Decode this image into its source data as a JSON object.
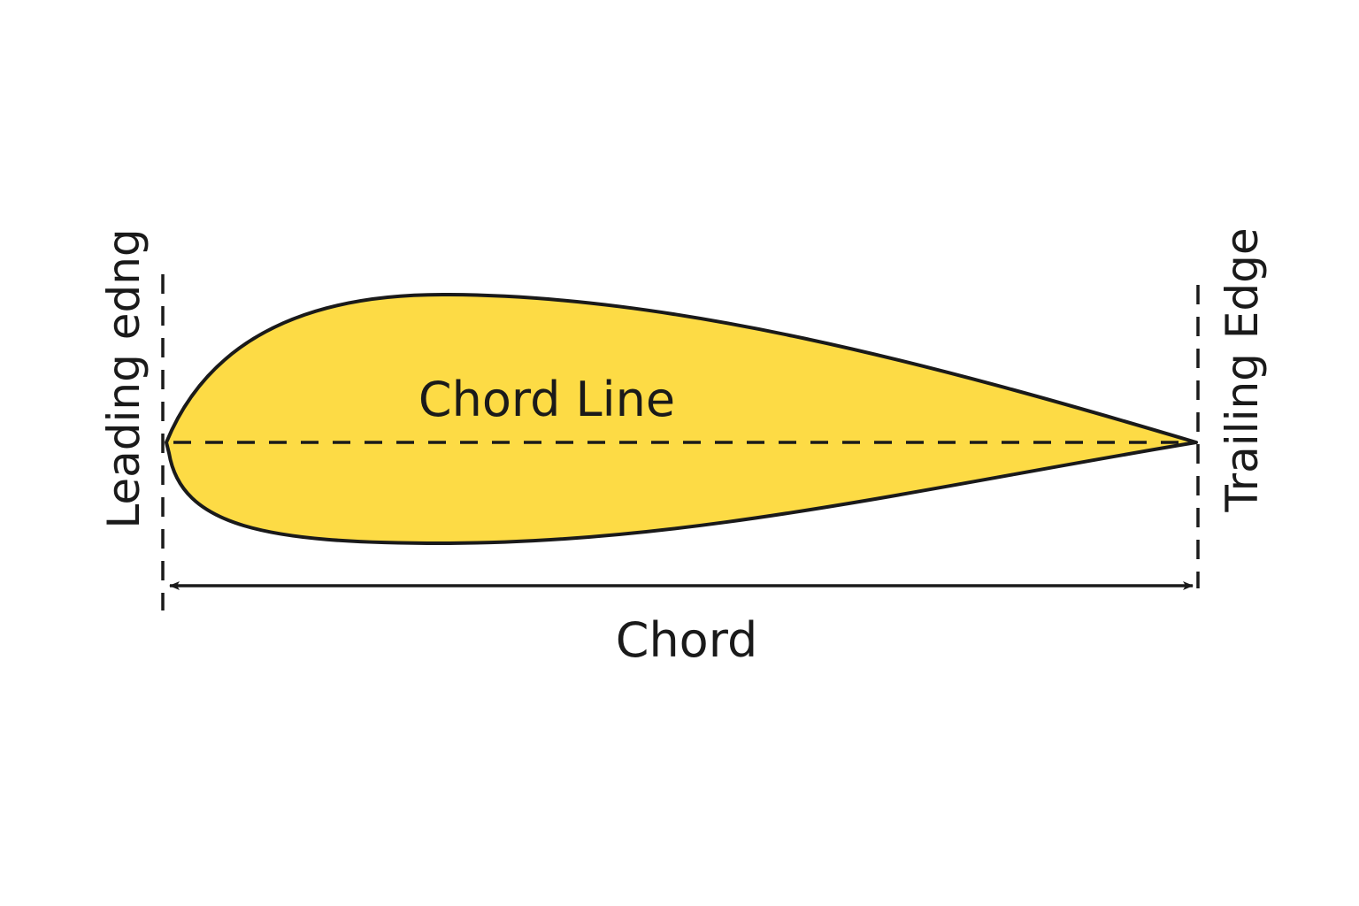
{
  "labels": {
    "leading_edge": "Leading edng",
    "trailing_edge": "Trailing Edge",
    "chord_line": "Chord Line",
    "chord": "Chord"
  },
  "colors": {
    "airfoil_fill": "#fddb45",
    "stroke": "#1a1a1a",
    "background": "#ffffff"
  }
}
